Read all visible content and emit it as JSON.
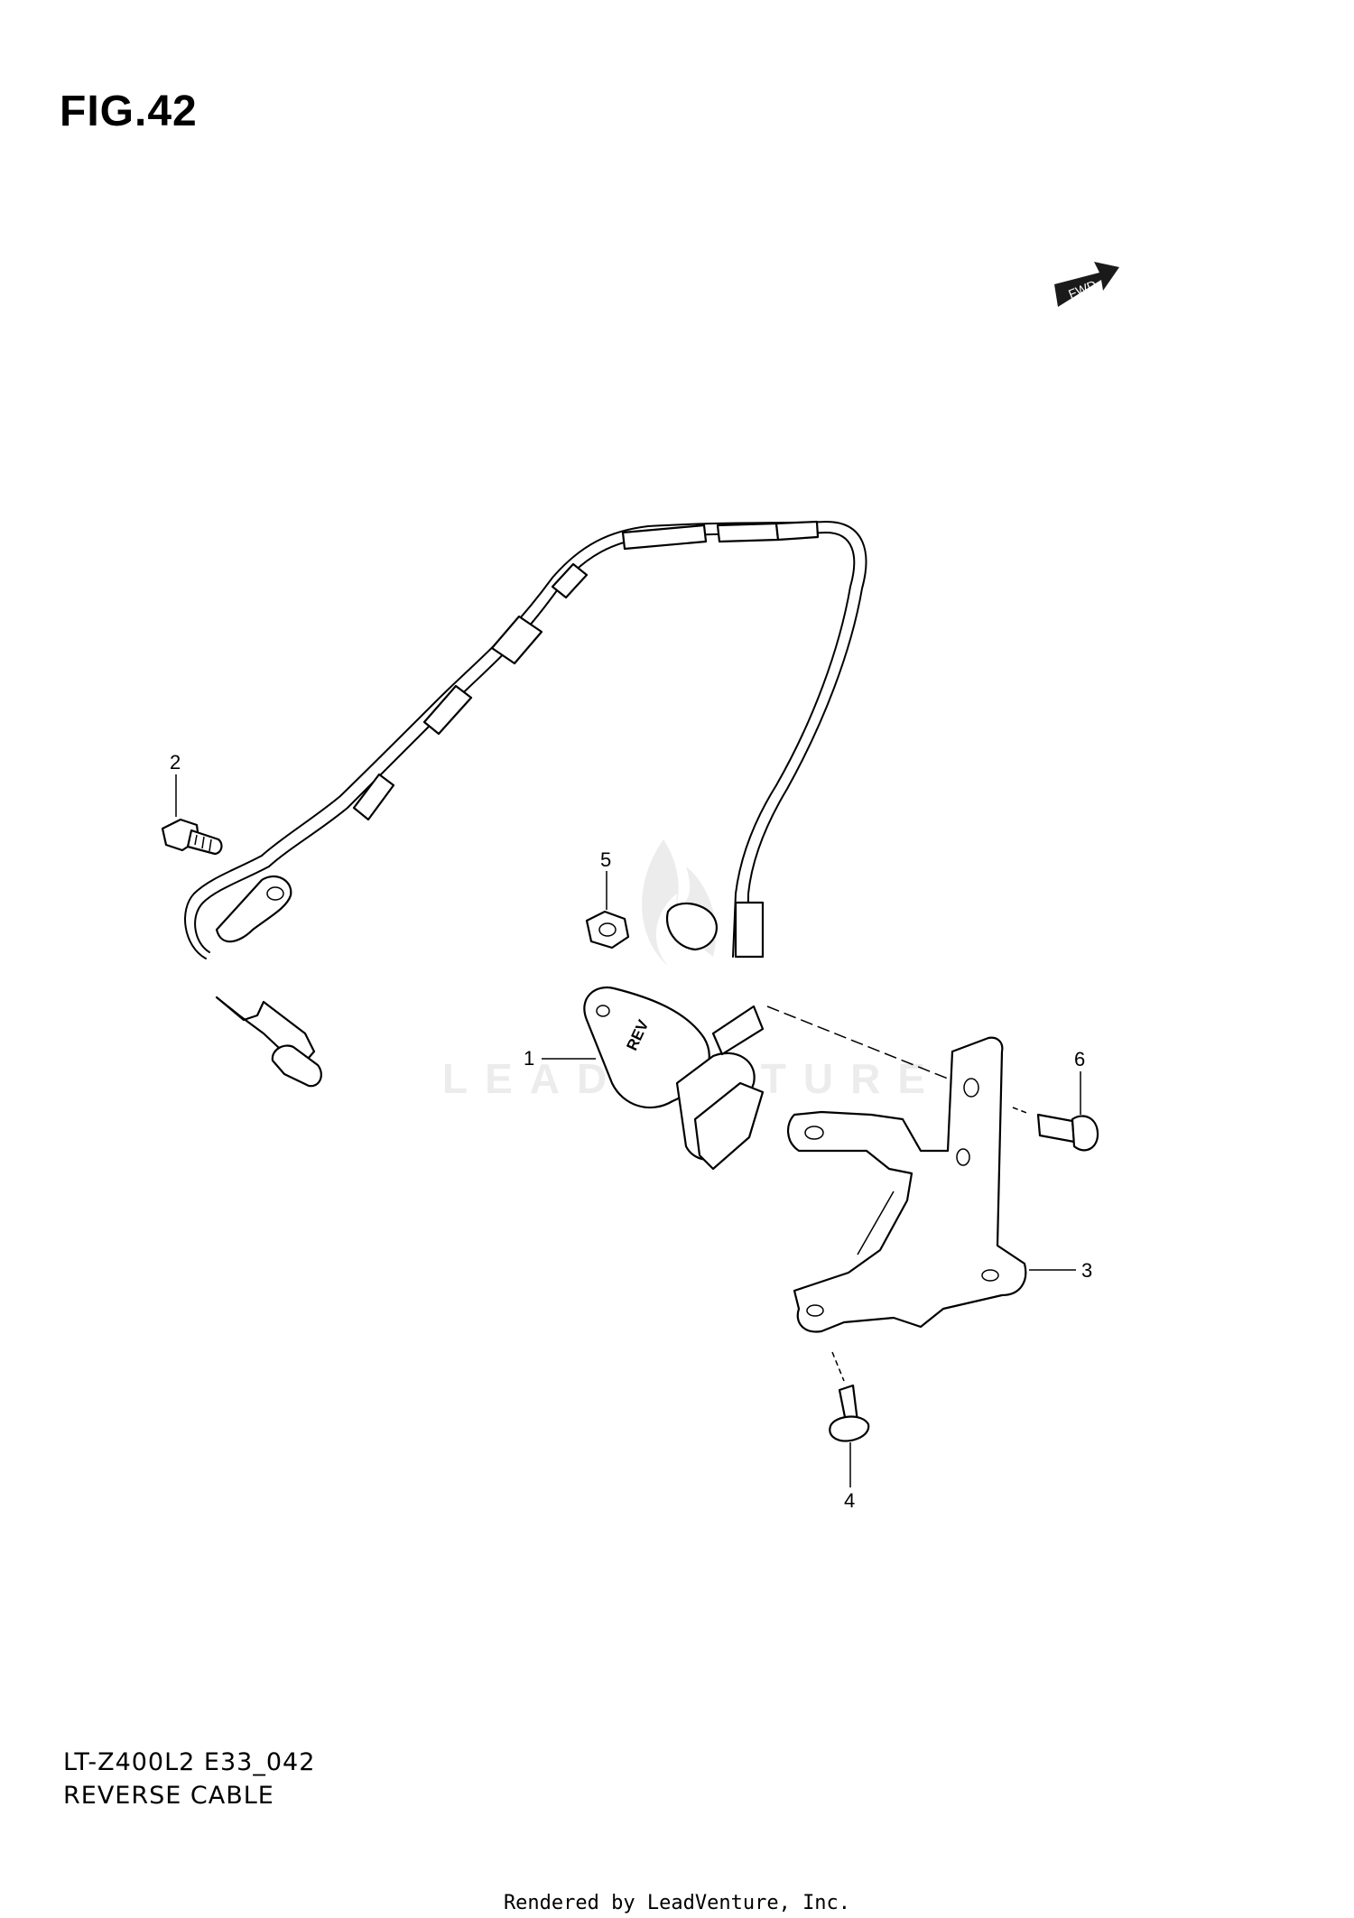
{
  "figure": {
    "title": "FIG.42",
    "model_code": "LT-Z400L2 E33_042",
    "subtitle": "REVERSE CABLE"
  },
  "direction_arrow": {
    "label": "FWD",
    "icon": "fwd-arrow-icon"
  },
  "callouts": [
    "1",
    "2",
    "3",
    "4",
    "5",
    "6"
  ],
  "knob_label": "REV",
  "watermark": {
    "text": "LEADVENTURE",
    "icon": "flame-logo-icon"
  },
  "footer": "Rendered by LeadVenture, Inc."
}
